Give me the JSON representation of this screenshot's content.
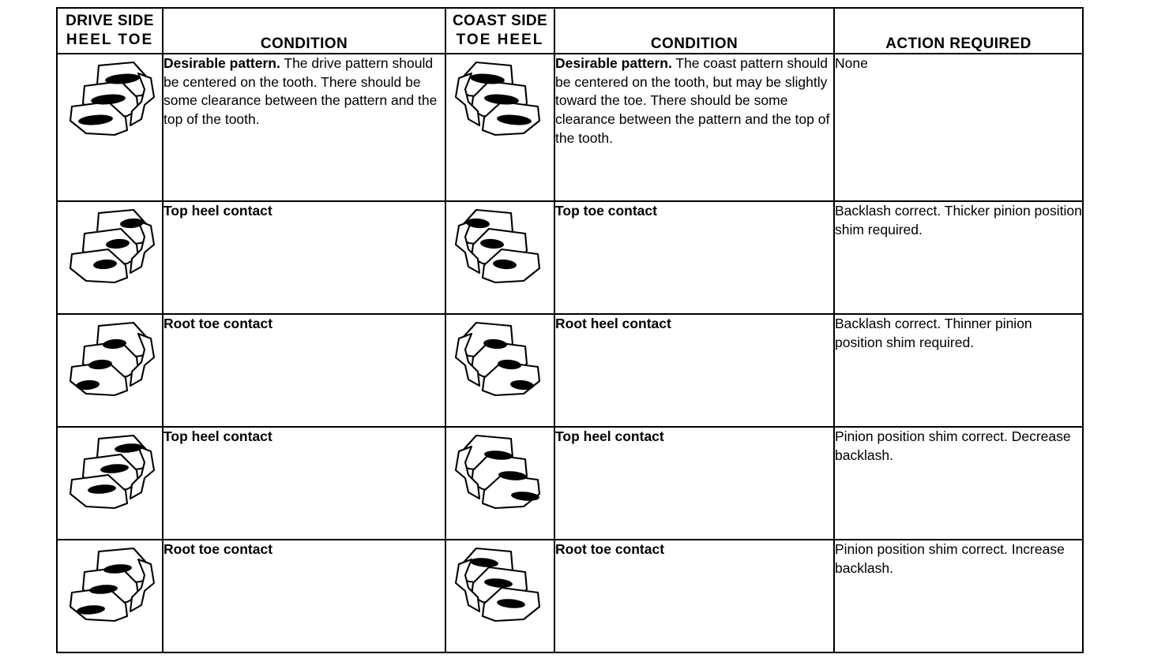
{
  "table": {
    "headers": {
      "drive_side": {
        "line1": "DRIVE SIDE",
        "line2": "HEEL  TOE"
      },
      "condition_drive": "CONDITION",
      "coast_side": {
        "line1": "COAST SIDE",
        "line2": "TOE  HEEL"
      },
      "condition_coast": "CONDITION",
      "action_required": "ACTION REQUIRED"
    },
    "rows": [
      {
        "drive_pattern_icon": "gear-teeth-drive-centered",
        "drive_condition_lead": "Desirable pattern.",
        "drive_condition_text": " The drive pattern should be centered on the tooth.  There should be some clearance between the pattern and the top of the tooth.",
        "coast_pattern_icon": "gear-teeth-coast-centered",
        "coast_condition_lead": "Desirable pattern.",
        "coast_condition_text": " The coast pattern should be centered on the tooth, but may be slightly toward the toe. There should be some clearance between the pattern and the top of the tooth.",
        "action": "None"
      },
      {
        "drive_pattern_icon": "gear-teeth-drive-top-heel",
        "drive_condition_lead": "Top heel contact",
        "drive_condition_text": "",
        "coast_pattern_icon": "gear-teeth-coast-top-toe",
        "coast_condition_lead": "Top toe contact",
        "coast_condition_text": "",
        "action": "Backlash correct.  Thicker pinion position shim required."
      },
      {
        "drive_pattern_icon": "gear-teeth-drive-root-toe",
        "drive_condition_lead": "Root toe contact",
        "drive_condition_text": "",
        "coast_pattern_icon": "gear-teeth-coast-root-heel",
        "coast_condition_lead": "Root heel contact",
        "coast_condition_text": "",
        "action": "Backlash correct.  Thinner pinion position shim required."
      },
      {
        "drive_pattern_icon": "gear-teeth-drive-top-heel-2",
        "drive_condition_lead": "Top heel contact",
        "drive_condition_text": "",
        "coast_pattern_icon": "gear-teeth-coast-top-heel",
        "coast_condition_lead": "Top heel contact",
        "coast_condition_text": "",
        "action": "Pinion position shim correct. Decrease backlash."
      },
      {
        "drive_pattern_icon": "gear-teeth-drive-root-toe-2",
        "drive_condition_lead": "Root toe contact",
        "drive_condition_text": "",
        "coast_pattern_icon": "gear-teeth-coast-root-toe",
        "coast_condition_lead": "Root toe contact",
        "coast_condition_text": "",
        "action": "Pinion position shim correct. Increase backlash."
      }
    ]
  },
  "colors": {
    "ink": "#000000",
    "paper": "#ffffff",
    "contact_patch": "#000000"
  }
}
